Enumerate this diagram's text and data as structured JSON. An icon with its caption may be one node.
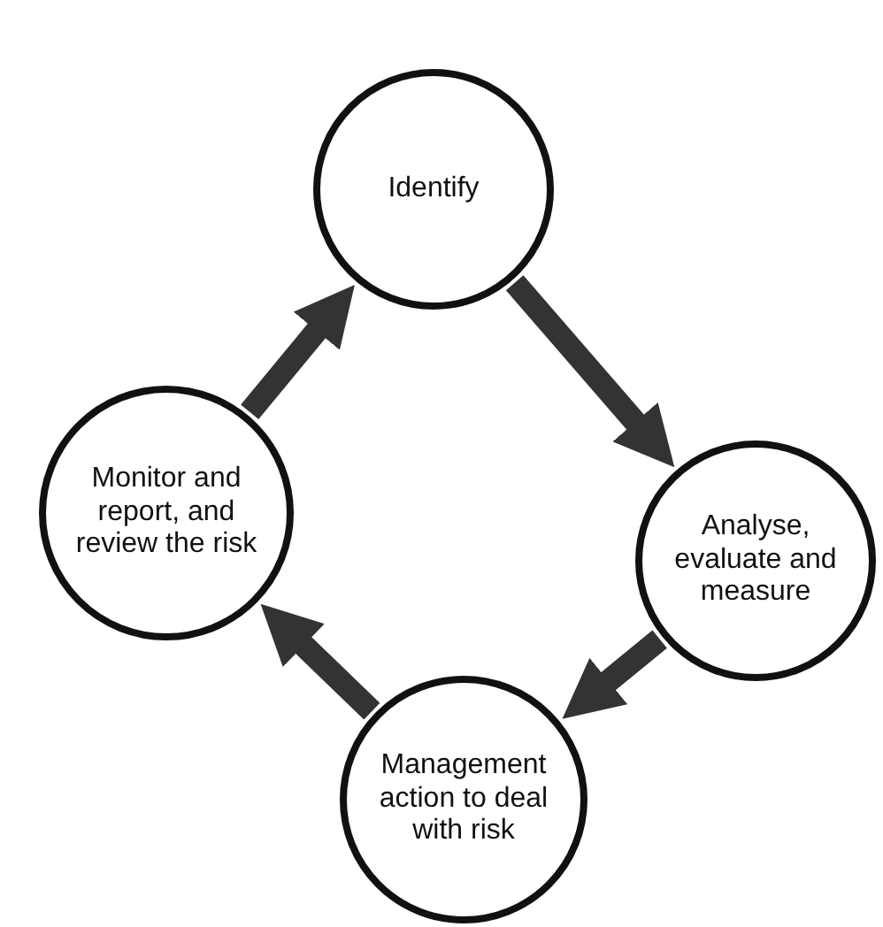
{
  "diagram": {
    "nodes": [
      {
        "text": [
          "Identify"
        ]
      },
      {
        "text": [
          "Analyse, evaluate and measure"
        ]
      },
      {
        "text": [
          "Management action to deal with risk"
        ]
      },
      {
        "text": [
          "Monitor and report, and review the risk"
        ]
      }
    ],
    "edges": [
      {
        "from": 0,
        "to": 1,
        "arrow": "to"
      },
      {
        "from": 1,
        "to": 2,
        "arrow": "to"
      },
      {
        "from": 2,
        "to": 3,
        "arrow": "to"
      },
      {
        "from": 3,
        "to": 0,
        "arrow": "to"
      }
    ]
  }
}
